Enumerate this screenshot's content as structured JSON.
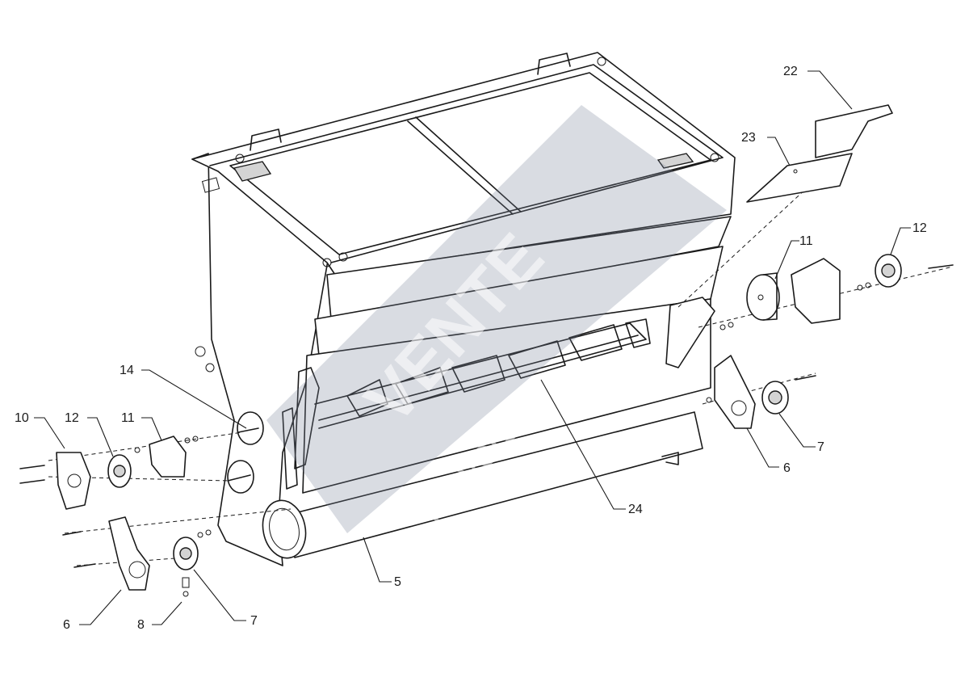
{
  "callouts": [
    {
      "id": "c22",
      "text": "22"
    },
    {
      "id": "c23",
      "text": "23"
    },
    {
      "id": "c11r",
      "text": "11"
    },
    {
      "id": "c12r",
      "text": "12"
    },
    {
      "id": "c14",
      "text": "14"
    },
    {
      "id": "c10",
      "text": "10"
    },
    {
      "id": "c12l",
      "text": "12"
    },
    {
      "id": "c11l",
      "text": "11"
    },
    {
      "id": "c24",
      "text": "24"
    },
    {
      "id": "c6r",
      "text": "6"
    },
    {
      "id": "c7r",
      "text": "7"
    },
    {
      "id": "c5",
      "text": "5"
    },
    {
      "id": "c6l",
      "text": "6"
    },
    {
      "id": "c8",
      "text": "8"
    },
    {
      "id": "c7l",
      "text": "7"
    }
  ],
  "watermark": {
    "brand": "VENTE",
    "domain": "movers.ru"
  }
}
